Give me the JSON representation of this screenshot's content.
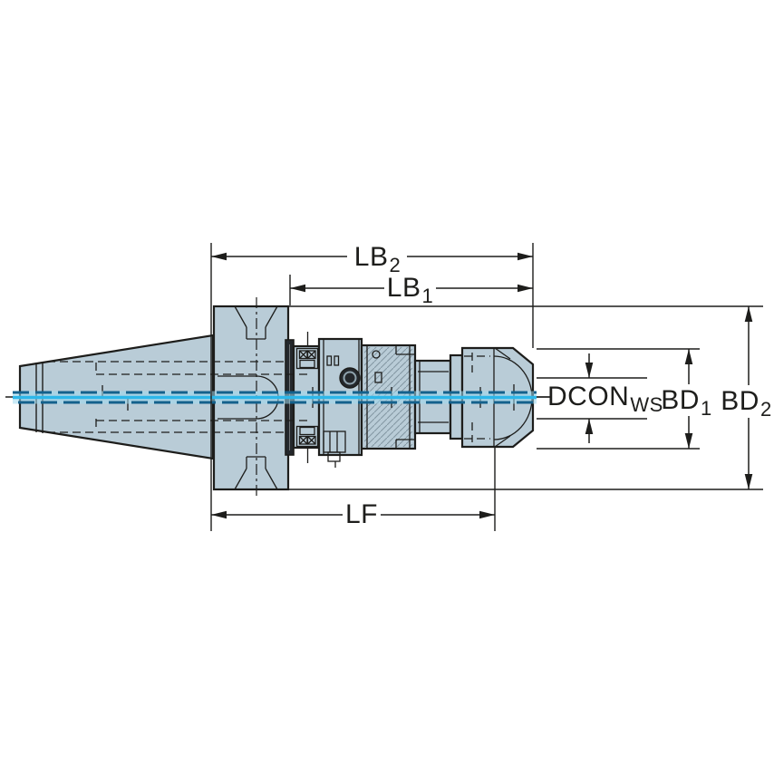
{
  "labels": {
    "lb2": {
      "main": "LB",
      "sub": "2"
    },
    "lb1": {
      "main": "LB",
      "sub": "1"
    },
    "lf": {
      "main": "LF",
      "sub": ""
    },
    "dcon": {
      "main": "DCON",
      "sub": "WS"
    },
    "bd1": {
      "main": "BD",
      "sub": "1"
    },
    "bd2": {
      "main": "BD",
      "sub": "2"
    }
  },
  "colors": {
    "background": "#ffffff",
    "body_fill": "#b9ccd7",
    "outline": "#1d1d1b",
    "section_dark": "#24282c",
    "centerline_cyan": "#2db7e9",
    "centerline_dark": "#14618c",
    "centerline_halo": "#9fd9ee",
    "text": "#1d1d1b"
  }
}
